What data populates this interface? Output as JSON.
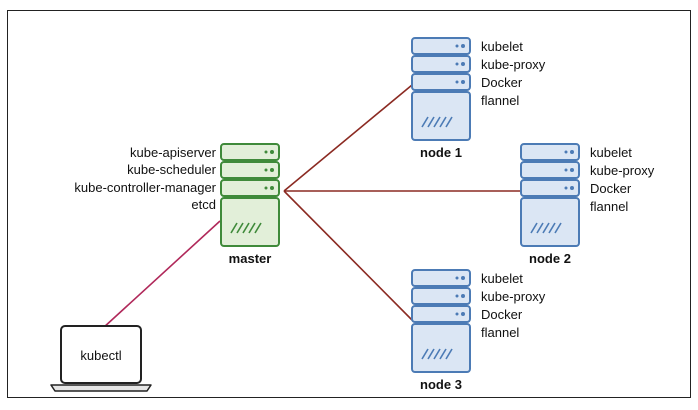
{
  "diagram": {
    "colors": {
      "master_stroke": "#3f8a3a",
      "master_fill": "#e2efd9",
      "worker_stroke": "#4c7bb5",
      "worker_fill": "#dbe6f4",
      "link_to_node": "#8b2a22",
      "link_to_client": "#b0285a"
    },
    "master": {
      "name": "master",
      "components": [
        "kube-apiserver",
        "kube-scheduler",
        "kube-controller-manager",
        "etcd"
      ]
    },
    "nodes": [
      {
        "name": "node 1",
        "components": [
          "kubelet",
          "kube-proxy",
          "Docker",
          "flannel"
        ]
      },
      {
        "name": "node 2",
        "components": [
          "kubelet",
          "kube-proxy",
          "Docker",
          "flannel"
        ]
      },
      {
        "name": "node 3",
        "components": [
          "kubelet",
          "kube-proxy",
          "Docker",
          "flannel"
        ]
      }
    ],
    "client": {
      "name": "kubectl",
      "icon": "laptop-icon"
    },
    "server_icon": "server-rack-icon"
  }
}
